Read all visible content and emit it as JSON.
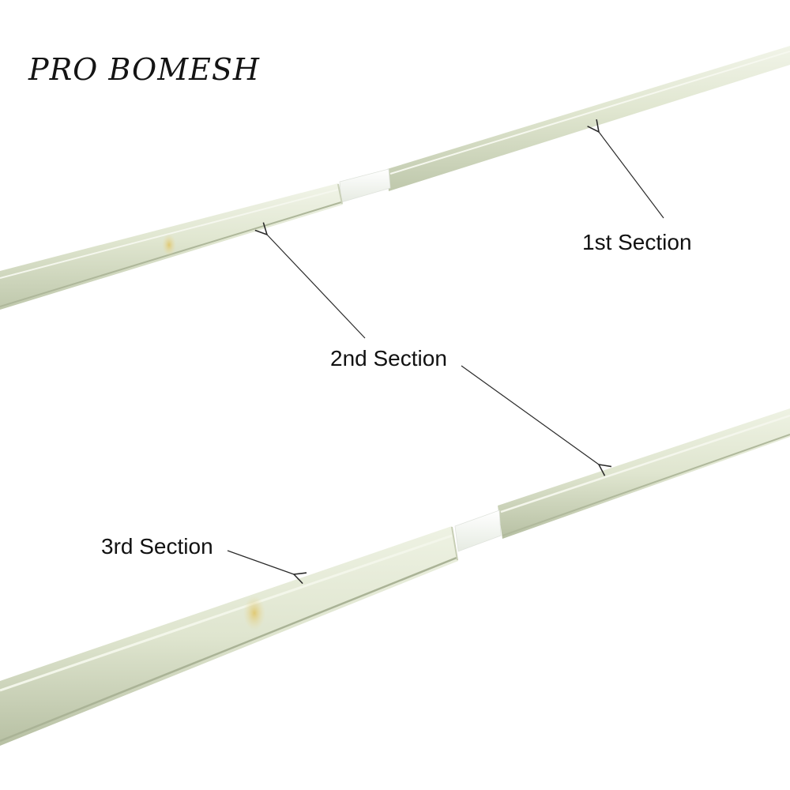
{
  "brand": {
    "name": "PRO BOMESH"
  },
  "labels": {
    "first": "1st Section",
    "second": "2nd Section",
    "third": "3rd Section"
  },
  "colors": {
    "background": "#ffffff",
    "rod_fiberglass": "#dfe5cf",
    "rod_shadow": "#b9c2a6",
    "rod_highlight": "#f1f4e8",
    "ferrule_core": "#f8faf6",
    "joint_stain": "#e3cf83",
    "arrow_line": "#2a2a2a",
    "text": "#111111"
  }
}
